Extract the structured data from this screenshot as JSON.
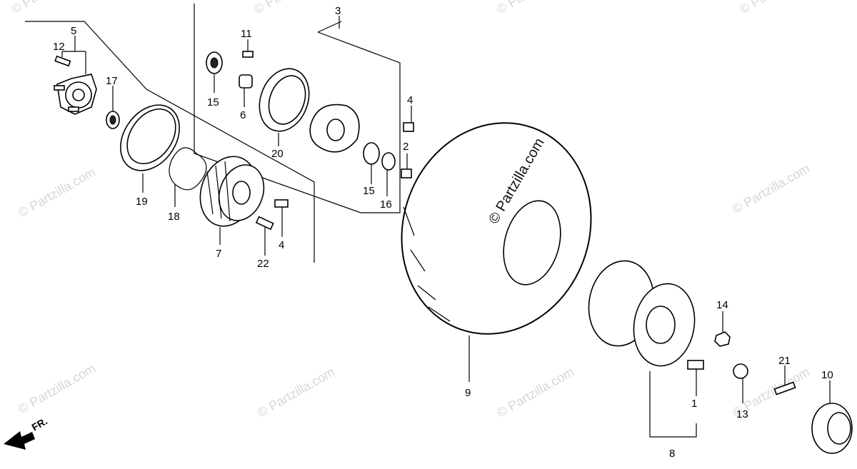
{
  "watermark": {
    "small": "© Partzilla.com",
    "large": "© Partzilla.com"
  },
  "direction_label": "FR.",
  "callouts": [
    "1",
    "2",
    "3",
    "4",
    "4",
    "5",
    "6",
    "7",
    "8",
    "9",
    "10",
    "11",
    "12",
    "13",
    "14",
    "15",
    "15",
    "16",
    "17",
    "18",
    "19",
    "20",
    "21",
    "22"
  ]
}
